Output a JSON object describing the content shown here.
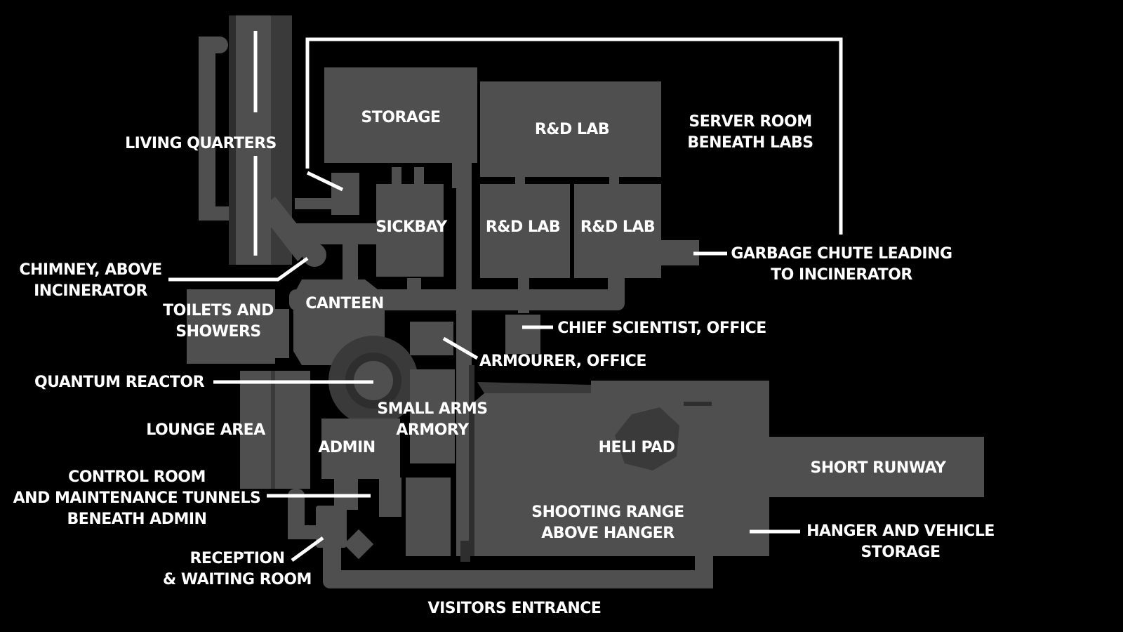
{
  "map": {
    "labels": {
      "living_quarters": "LIVING QUARTERS",
      "storage": "STORAGE",
      "rd_lab_top": "R&D LAB",
      "server_room_1": "SERVER ROOM",
      "server_room_2": "BENEATH LABS",
      "sickbay": "SICKBAY",
      "rd_lab_left": "R&D LAB",
      "rd_lab_right": "R&D LAB",
      "garbage_1": "GARBAGE CHUTE LEADING",
      "garbage_2": "TO INCINERATOR",
      "chimney_1": "CHIMNEY, ABOVE",
      "chimney_2": "INCINERATOR",
      "toilets_1": "TOILETS AND",
      "toilets_2": "SHOWERS",
      "canteen": "CANTEEN",
      "chief_scientist": "CHIEF SCIENTIST, OFFICE",
      "armourer": "ARMOURER, OFFICE",
      "quantum_reactor": "QUANTUM REACTOR",
      "small_arms_1": "SMALL ARMS",
      "small_arms_2": "ARMORY",
      "lounge": "LOUNGE AREA",
      "admin": "ADMIN",
      "heli_pad": "HELI PAD",
      "short_runway": "SHORT RUNWAY",
      "control_room_1": "CONTROL ROOM",
      "control_room_2": "AND MAINTENANCE TUNNELS",
      "control_room_3": "BENEATH ADMIN",
      "shooting_range_1": "SHOOTING RANGE",
      "shooting_range_2": "ABOVE HANGER",
      "hanger_1": "HANGER AND VEHICLE",
      "hanger_2": "STORAGE",
      "reception_1": "RECEPTION",
      "reception_2": "& WAITING ROOM",
      "visitors_entrance": "VISITORS ENTRANCE"
    },
    "colors": {
      "background": "#000000",
      "floor": "#4f4f4f",
      "label": "#ffffff"
    }
  }
}
